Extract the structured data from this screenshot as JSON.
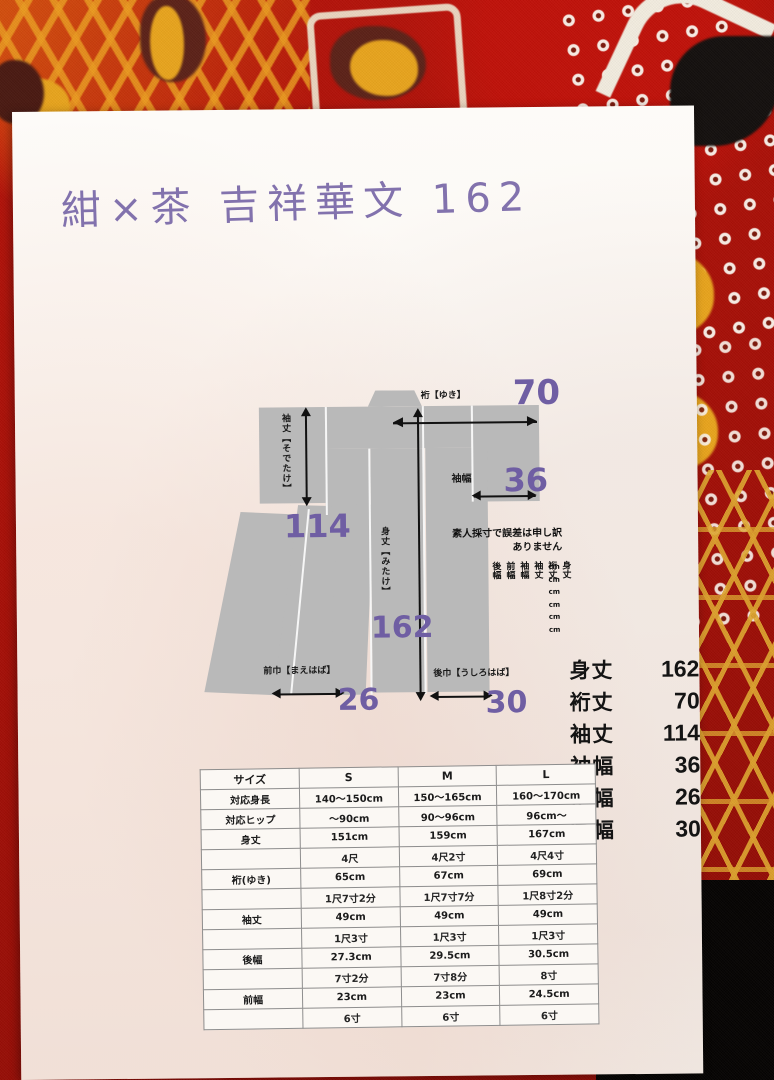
{
  "photo": {
    "subject": "kimono-size-chart-paper-on-obi-fabric",
    "background_desc": "red gold obi fabric",
    "colors": {
      "fabric_red": "#a61008",
      "fabric_gold": "#e8a41e",
      "fabric_cream": "#efe6cf",
      "fabric_brown": "#5c2218",
      "paper_white": "#fbf8f4",
      "ink_purple": "#7b6aa8",
      "diagram_gray": "#b9b9b9",
      "print_black": "#141414"
    }
  },
  "handwritten": {
    "title": "紺×茶 吉祥華文 162",
    "yuki": "70",
    "sodehaba": "36",
    "sodetake": "114",
    "mitake": "162",
    "maehaba": "26",
    "ushirohaba": "30"
  },
  "diagram": {
    "label_yuki": "裄【ゆき】",
    "label_sodehaba": "袖幅",
    "label_sodetake": "袖丈【そでたけ】",
    "label_mitake": "身丈【みたけ】",
    "label_maehaba": "前巾【まえはば】",
    "label_ushirohaba": "後巾【うしろはば】",
    "note_line1": "素人採寸で誤差は申し訳",
    "note_line2": "ありません",
    "blank_rows": [
      {
        "label": "身丈",
        "unit": "cm"
      },
      {
        "label": "裄丈",
        "unit": "cm"
      },
      {
        "label": "袖丈",
        "unit": "cm"
      },
      {
        "label": "袖幅",
        "unit": "cm"
      },
      {
        "label": "前幅",
        "unit": "cm"
      },
      {
        "label": "後幅",
        "unit": "cm"
      }
    ]
  },
  "measurements": [
    {
      "label": "身丈",
      "value": "162"
    },
    {
      "label": "裄丈",
      "value": "70"
    },
    {
      "label": "袖丈",
      "value": "114"
    },
    {
      "label": "袖幅",
      "value": "36"
    },
    {
      "label": "前幅",
      "value": "26"
    },
    {
      "label": "後幅",
      "value": "30"
    }
  ],
  "size_table": {
    "columns": [
      "サイズ",
      "S",
      "M",
      "L"
    ],
    "rows": [
      {
        "label": "対応身長",
        "cells": [
          "140〜150cm",
          "150〜165cm",
          "160〜170cm"
        ]
      },
      {
        "label": "対応ヒップ",
        "cells": [
          "〜90cm",
          "90〜96cm",
          "96cm〜"
        ]
      },
      {
        "label": "身丈",
        "cells": [
          "151cm",
          "159cm",
          "167cm"
        ]
      },
      {
        "label": "",
        "cells": [
          "4尺",
          "4尺2寸",
          "4尺4寸"
        ]
      },
      {
        "label": "裄(ゆき)",
        "cells": [
          "65cm",
          "67cm",
          "69cm"
        ]
      },
      {
        "label": "",
        "cells": [
          "1尺7寸2分",
          "1尺7寸7分",
          "1尺8寸2分"
        ]
      },
      {
        "label": "袖丈",
        "cells": [
          "49cm",
          "49cm",
          "49cm"
        ]
      },
      {
        "label": "",
        "cells": [
          "1尺3寸",
          "1尺3寸",
          "1尺3寸"
        ]
      },
      {
        "label": "後幅",
        "cells": [
          "27.3cm",
          "29.5cm",
          "30.5cm"
        ]
      },
      {
        "label": "",
        "cells": [
          "7寸2分",
          "7寸8分",
          "8寸"
        ]
      },
      {
        "label": "前幅",
        "cells": [
          "23cm",
          "23cm",
          "24.5cm"
        ]
      },
      {
        "label": "",
        "cells": [
          "6寸",
          "6寸",
          "6寸"
        ]
      }
    ]
  }
}
